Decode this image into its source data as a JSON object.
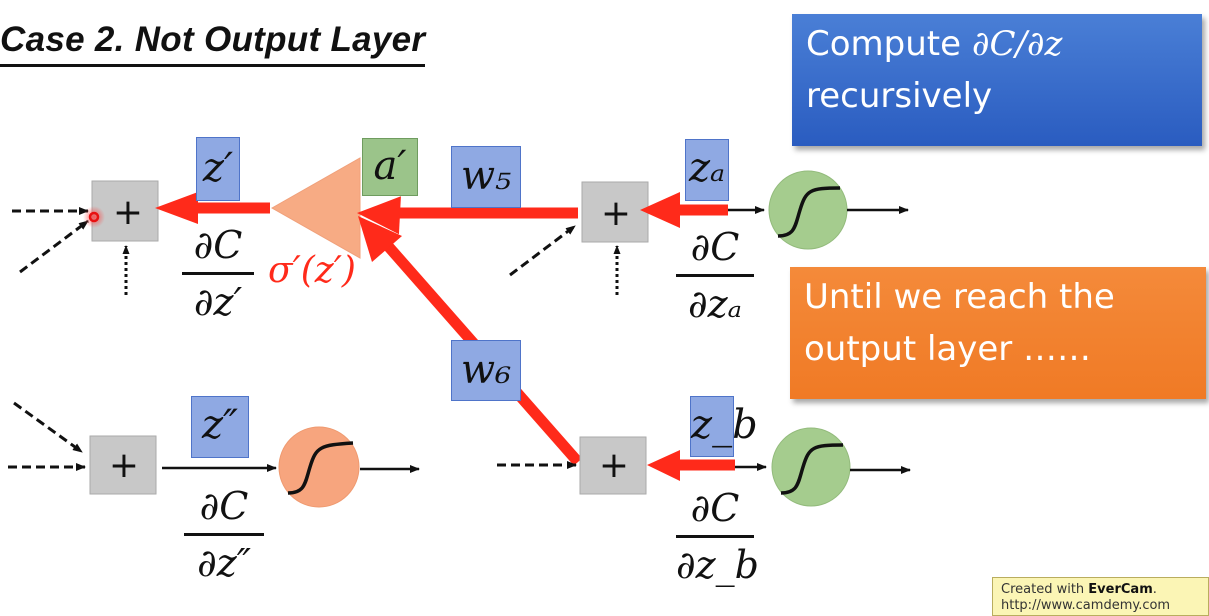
{
  "slide": {
    "title": "Case 2. Not Output Layer",
    "callouts": {
      "compute": {
        "prefix": "Compute ",
        "math": "∂C/∂z",
        "line2": "recursively"
      },
      "until": {
        "line1": "Until we reach the",
        "line2": "output layer ……"
      }
    },
    "labels": {
      "z_prime": "z′",
      "a_prime": "a′",
      "w5": "w₅",
      "w6": "w₆",
      "z_a": "zₐ",
      "z_b": "z_b",
      "z_double_prime": "z″",
      "sigma_prime": "σ′(z′)"
    },
    "fractions": {
      "dz_prime": {
        "num": "∂C",
        "den": "∂z′"
      },
      "dz_a": {
        "num": "∂C",
        "den": "∂zₐ"
      },
      "dz_b": {
        "num": "∂C",
        "den": "∂z_b"
      },
      "dz_double_prime": {
        "num": "∂C",
        "den": "∂z″"
      }
    },
    "sum_symbol": "+",
    "colors": {
      "backprop_arrow": "#ff2a1a",
      "neuron_green": "#a5cc8e",
      "neuron_orange": "#f7a57e",
      "sum_box": "#c8c8c8",
      "label_blue": "#8fa9e3",
      "label_green": "#9bc48a",
      "callout_blue": "#3568cc",
      "callout_orange": "#f27f2b"
    }
  },
  "watermark": {
    "prefix": "Created with ",
    "brand": "EverCam",
    "suffix": ".",
    "url": "http://www.camdemy.com"
  }
}
